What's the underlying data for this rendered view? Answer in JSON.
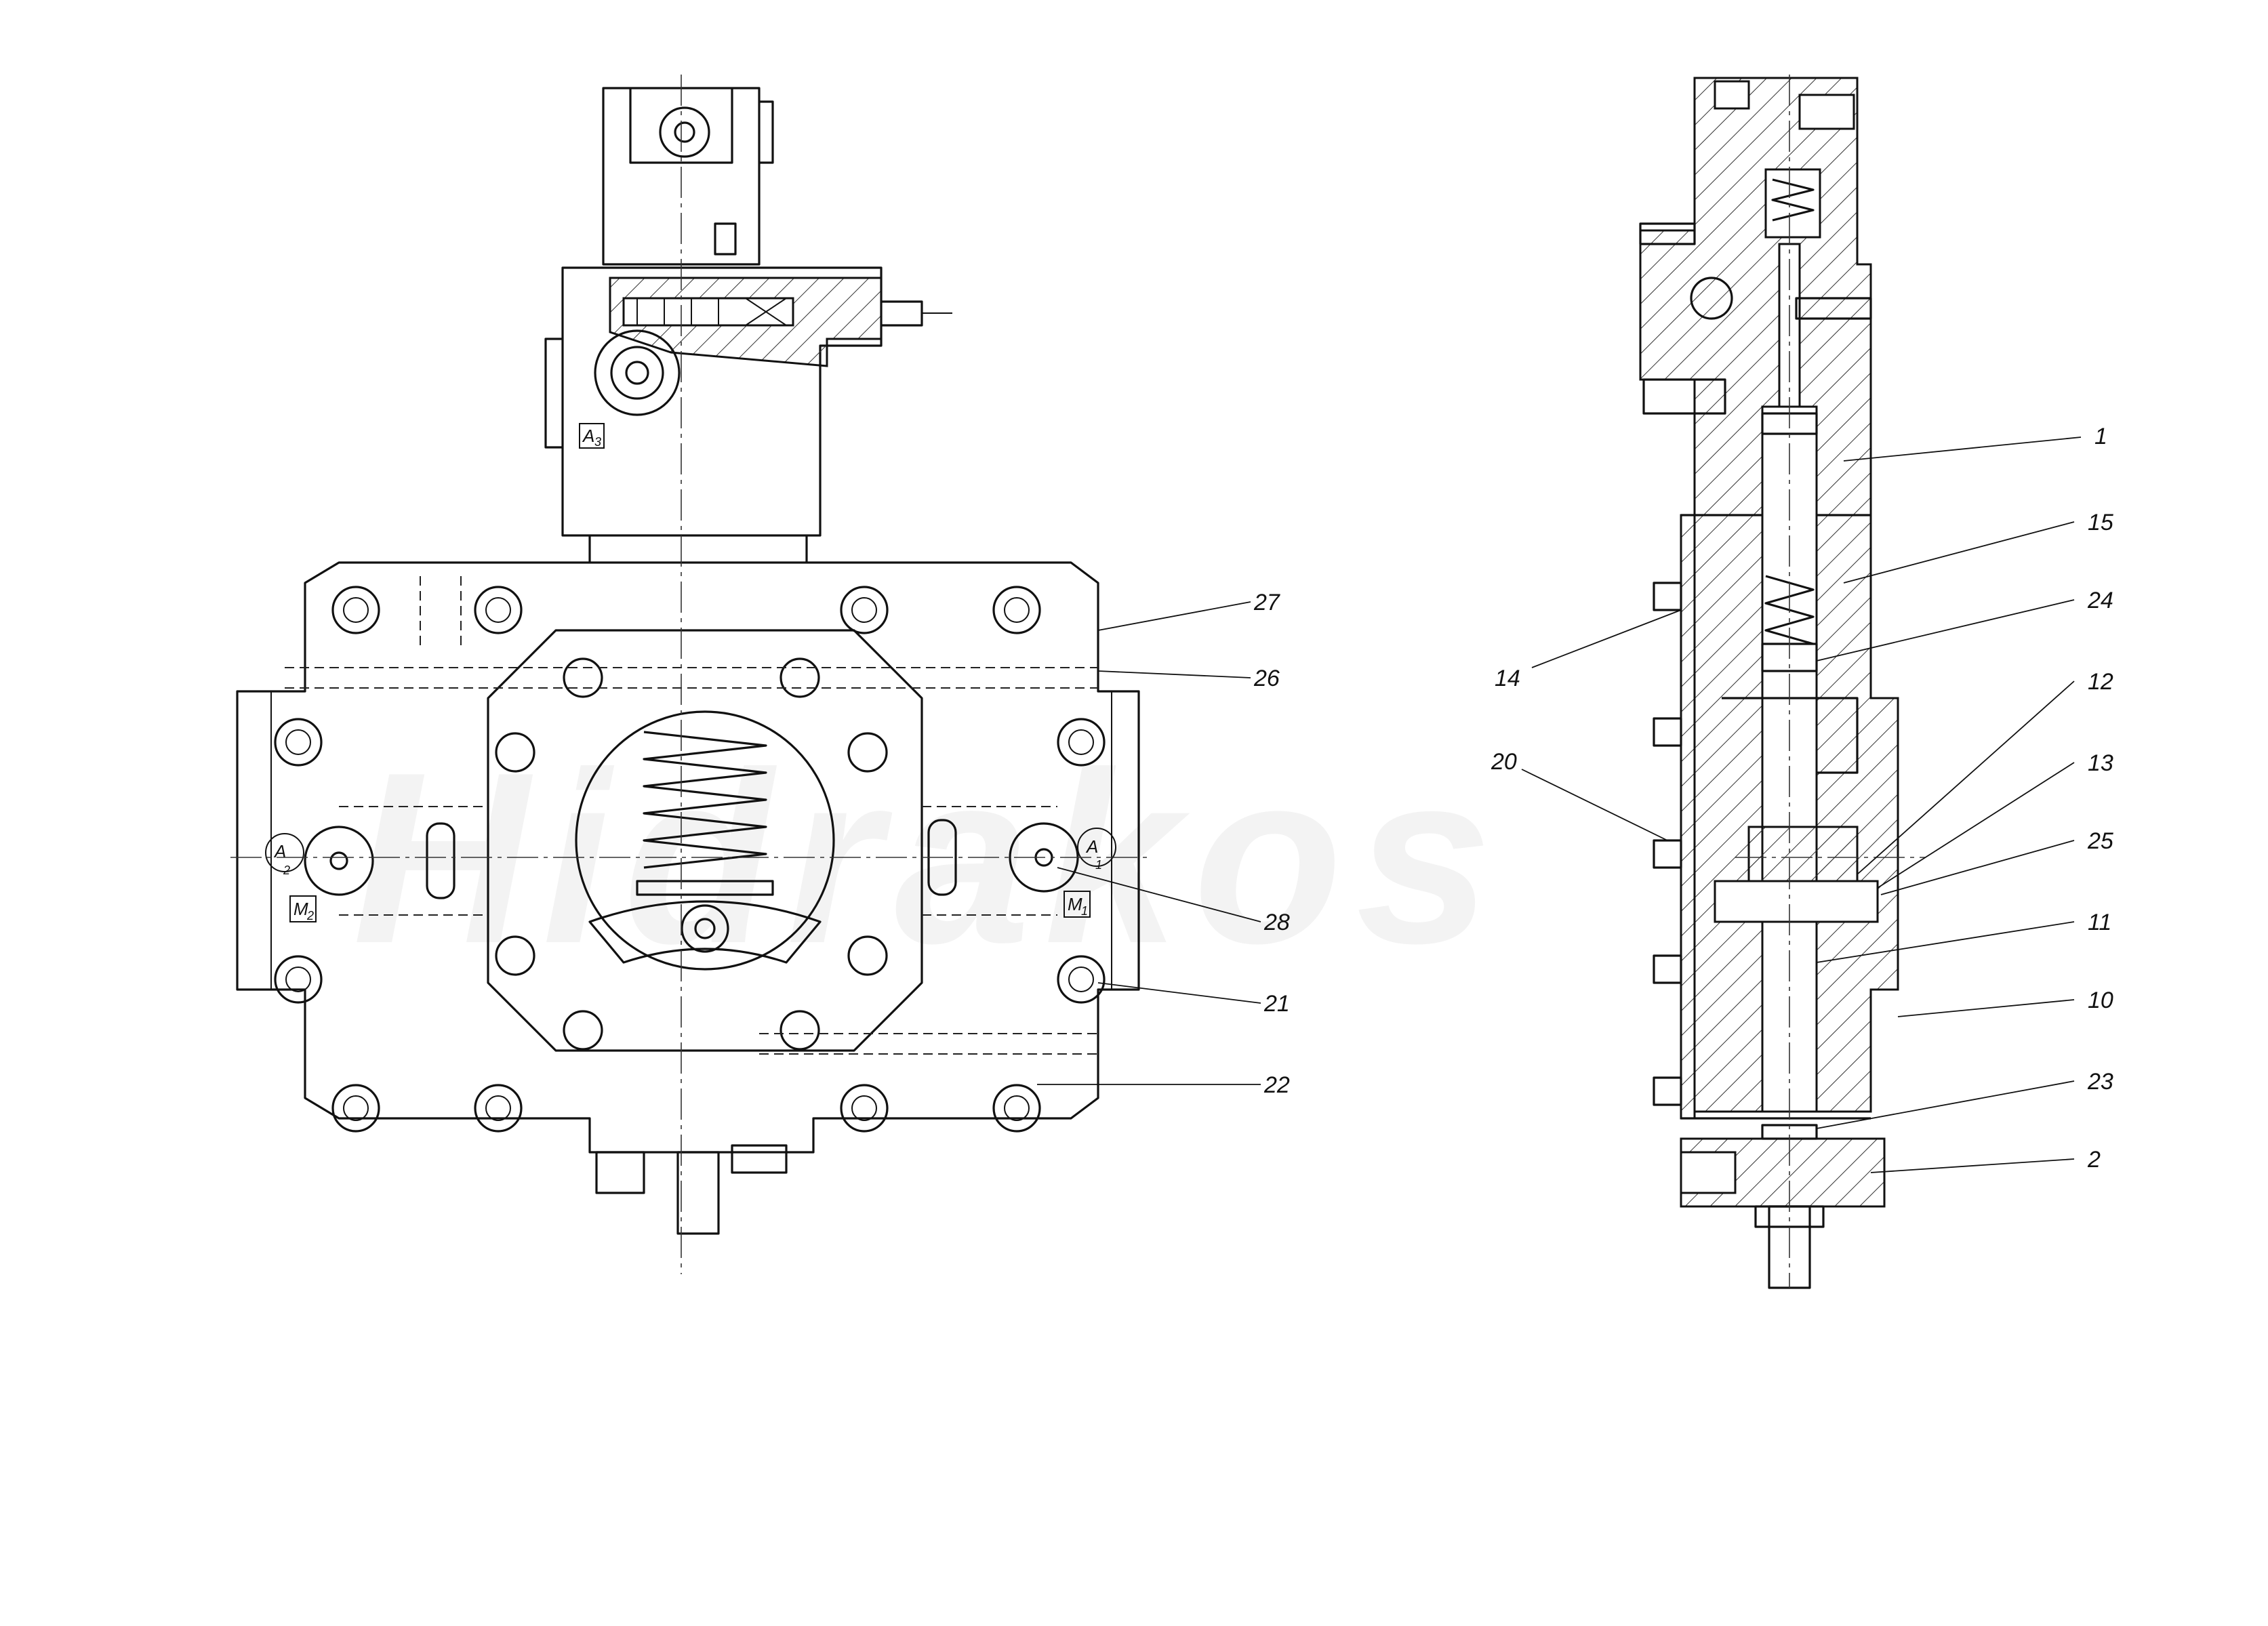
{
  "watermark": "Hidrakos",
  "port_labels": {
    "a3": {
      "letter": "A",
      "sub": "3"
    },
    "a2": {
      "letter": "A",
      "sub": "2"
    },
    "a1": {
      "letter": "A",
      "sub": "1"
    },
    "m2": {
      "letter": "M",
      "sub": "2"
    },
    "m1": {
      "letter": "M",
      "sub": "1"
    }
  },
  "front_callouts": [
    "27",
    "26",
    "28",
    "21",
    "22"
  ],
  "section_callouts_right": [
    "1",
    "15",
    "24",
    "12",
    "13",
    "25",
    "11",
    "10",
    "23",
    "2"
  ],
  "section_callouts_left": [
    "14",
    "20"
  ]
}
